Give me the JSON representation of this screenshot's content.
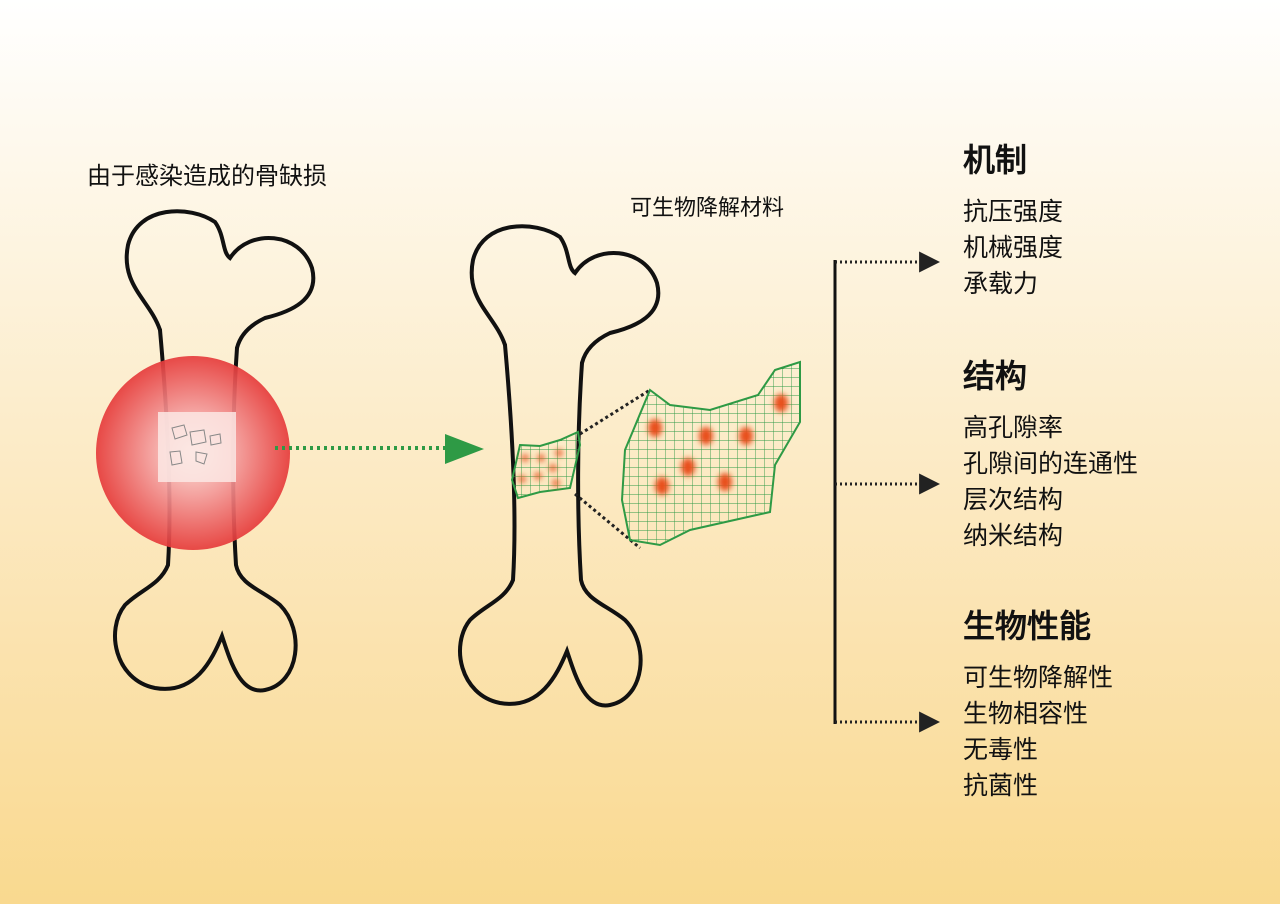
{
  "left_label": "由于感染造成的骨缺损",
  "middle_label": "可生物降解材料",
  "sections": [
    {
      "title": "机制",
      "items": [
        "抗压强度",
        "机械强度",
        "承载力"
      ]
    },
    {
      "title": "结构",
      "items": [
        "高孔隙率",
        "孔隙间的连通性",
        "层次结构",
        "纳米结构"
      ]
    },
    {
      "title": "生物性能",
      "items": [
        "可生物降解性",
        "生物相容性",
        "无毒性",
        "抗菌性"
      ]
    }
  ],
  "colors": {
    "infection": "#e83a3a",
    "scaffold": "#2e9a45",
    "dots": "#e8501e"
  }
}
